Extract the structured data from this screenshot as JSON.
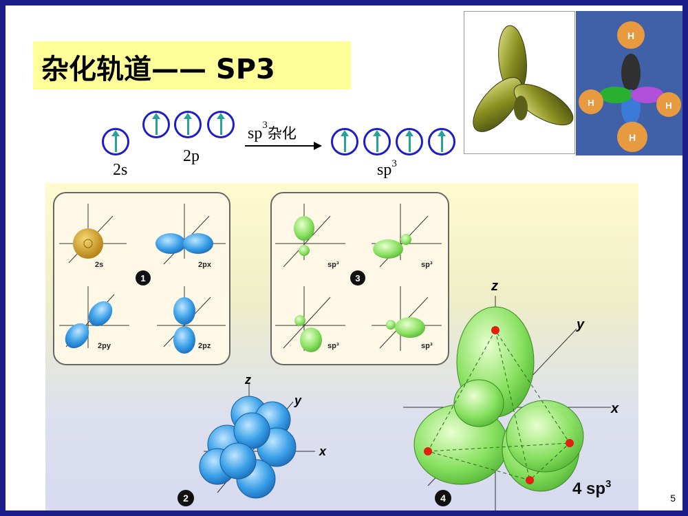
{
  "title": "杂化轨道—— SP3",
  "page_number": "5",
  "diagram": {
    "label_2s": "2s",
    "label_2p": "2p",
    "arrow_label_main": "sp",
    "arrow_label_sup": "3",
    "arrow_label_rest": "杂化",
    "label_sp3_main": "sp",
    "label_sp3_sup": "3"
  },
  "images": {
    "atom_labels": [
      "H",
      "H",
      "H",
      "H"
    ]
  },
  "panels": {
    "p1": {
      "number": "1",
      "labels": [
        "2s",
        "2px",
        "2py",
        "2pz"
      ]
    },
    "p2": {
      "number": "2"
    },
    "p3": {
      "number": "3",
      "labels": [
        "sp³",
        "sp³",
        "sp³",
        "sp³"
      ]
    },
    "p4": {
      "number": "4",
      "label_main": "4 sp",
      "label_sup": "3"
    },
    "axes": {
      "x": "x",
      "y": "y",
      "z": "z"
    }
  },
  "colors": {
    "border": "#1c1c8a",
    "title_bg": "#ffff99",
    "orbital_circle": "#1c1cc8",
    "electron_arrow": "#2aa09a",
    "p_orbital": "#3aa0e8",
    "sp3_orbital": "#88e060",
    "s_orbital": "#d4a020"
  }
}
